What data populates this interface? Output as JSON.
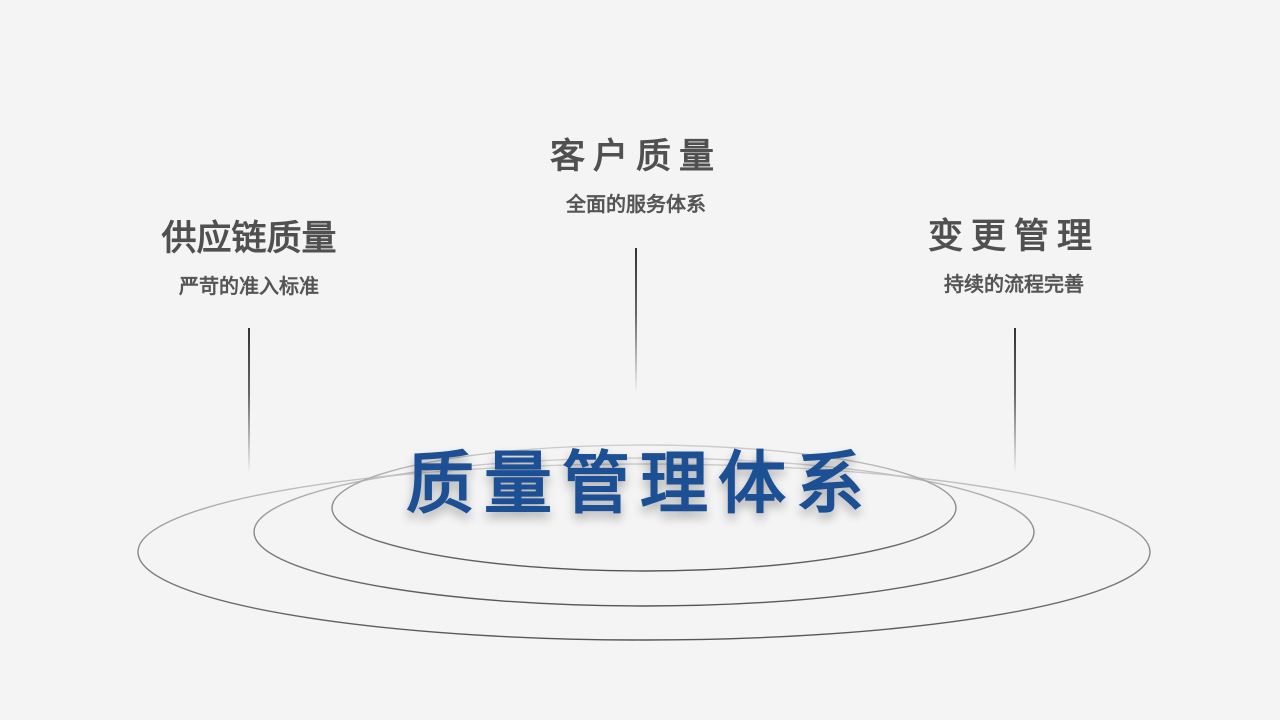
{
  "center": {
    "title": "质量管理体系",
    "color": "#1c4f93"
  },
  "nodes": [
    {
      "title": "供应链质量",
      "subtitle": "严苛的准入标准"
    },
    {
      "title": "客户质量",
      "subtitle": "全面的服务体系"
    },
    {
      "title": "变更管理",
      "subtitle": "持续的流程完善"
    }
  ],
  "colors": {
    "background": "#f4f4f4",
    "heading": "#505050",
    "ring": "#666666"
  }
}
